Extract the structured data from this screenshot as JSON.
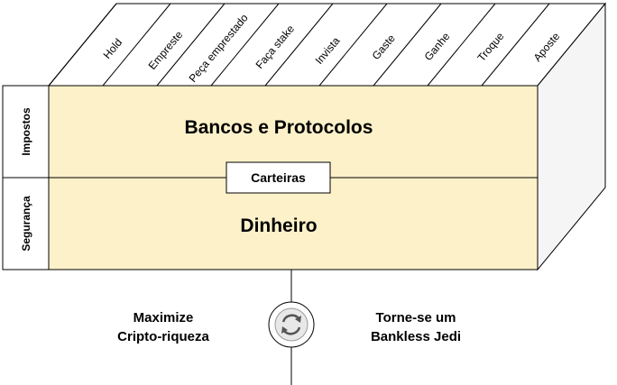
{
  "top_labels": [
    "Hold",
    "Empreste",
    "Peça emprestado",
    "Faça stake",
    "Invista",
    "Gaste",
    "Ganhe",
    "Troque",
    "Aposte"
  ],
  "side_labels": {
    "upper": "Impostos",
    "lower": "Segurança"
  },
  "layers": {
    "upper": "Bancos e Protocolos",
    "middle": "Carteiras",
    "lower": "Dinheiro"
  },
  "footer": {
    "left": [
      "Maximize",
      "Cripto-riqueza"
    ],
    "right": [
      "Torne-se um",
      "Bankless Jedi"
    ]
  },
  "icon": "refresh-cycle-icon",
  "colors": {
    "face": "#fdf1c9",
    "side": "#f5f5f5",
    "stroke": "#000000",
    "icon_fill": "#e8e8e8"
  }
}
